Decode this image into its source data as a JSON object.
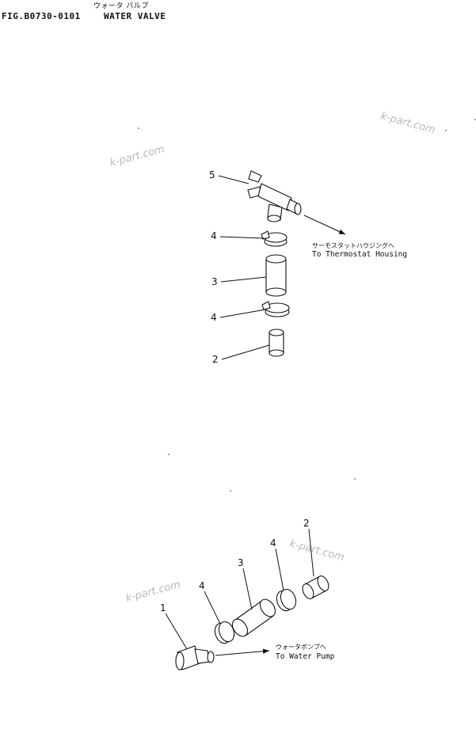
{
  "header": {
    "japanese_title": "ウォータ バルブ",
    "figure_code": "FIG.B0730-0101",
    "title": "WATER VALVE"
  },
  "diagram": {
    "upper_assembly": {
      "callouts": [
        "5",
        "4",
        "3",
        "4",
        "2"
      ],
      "note_jp": "サーモスタットハウジングへ",
      "note_en": "To Thermostat Housing"
    },
    "lower_assembly": {
      "callouts": [
        "1",
        "4",
        "3",
        "4",
        "2"
      ],
      "note_jp": "ウォータポンプへ",
      "note_en": "To Water Pump"
    },
    "watermarks": [
      "k-part.com",
      "k-part.com",
      "k-part.com",
      "k-part.com"
    ]
  }
}
